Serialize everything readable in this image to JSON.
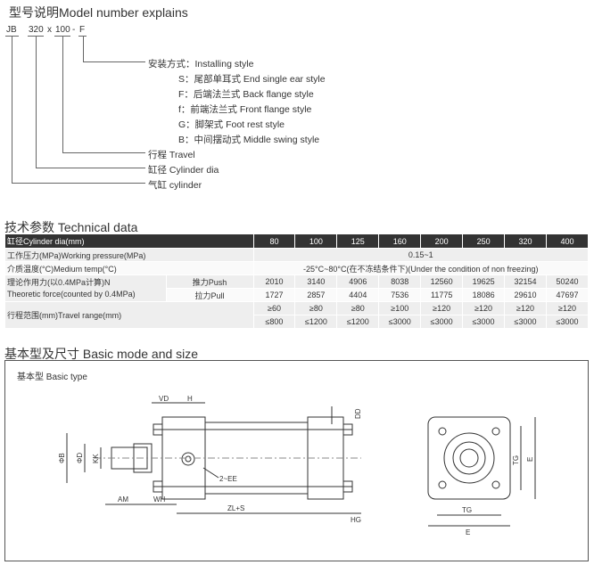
{
  "model": {
    "title": "型号说明Model number explains",
    "code": {
      "p1": "JB",
      "p2": "320",
      "x": "x",
      "p3": "100",
      "dash": "-",
      "p4": "F"
    },
    "items": [
      "安装方式：Installing style",
      "S：尾部单耳式 End single ear style",
      "F：后端法兰式 Back flange style",
      "f：前端法兰式 Front flange style",
      "G：脚架式 Foot rest style",
      "B：中间摆动式 Middle swing style",
      "行程 Travel",
      "缸径 Cylinder dia",
      "气缸 cylinder"
    ]
  },
  "tech": {
    "title": "技术参数 Technical data",
    "header_label": "缸径Cylinder dia(mm)",
    "dias": [
      "80",
      "100",
      "125",
      "160",
      "200",
      "250",
      "320",
      "400"
    ],
    "pressure_label": "工作压力(MPa)Working pressure(MPa)",
    "pressure_value": "0.15~1",
    "temp_label": "介质温度(°C)Medium temp(°C)",
    "temp_value": "-25°C~80°C(在不冻结条件下)(Under the condition of non freezing)",
    "force_label1": "理论作用力(以0.4MPa计算)N",
    "force_label2": "Theoretic force(counted by 0.4MPa)",
    "push_label": "推力Push",
    "push": [
      "2010",
      "3140",
      "4906",
      "8038",
      "12560",
      "19625",
      "32154",
      "50240"
    ],
    "pull_label": "拉力Pull",
    "pull": [
      "1727",
      "2857",
      "4404",
      "7536",
      "11775",
      "18086",
      "29610",
      "47697"
    ],
    "travel_label": "行程范围(mm)Travel range(mm)",
    "travel_min": [
      "≥60",
      "≥80",
      "≥80",
      "≥100",
      "≥120",
      "≥120",
      "≥120",
      "≥120"
    ],
    "travel_max": [
      "≤800",
      "≤1200",
      "≤1200",
      "≤3000",
      "≤3000",
      "≤3000",
      "≤3000",
      "≤3000"
    ]
  },
  "basic": {
    "title": "基本型及尺寸 Basic mode and size",
    "box_label": "基本型 Basic type",
    "dims": {
      "vd": "VD",
      "h": "H",
      "dd": "DD",
      "b": "ΦB",
      "d": "ΦD",
      "kk": "KK",
      "ee": "2~EE",
      "am": "AM",
      "wh": "WH",
      "zl": "ZL+S",
      "hg": "HG",
      "tg": "TG",
      "e": "E"
    }
  }
}
